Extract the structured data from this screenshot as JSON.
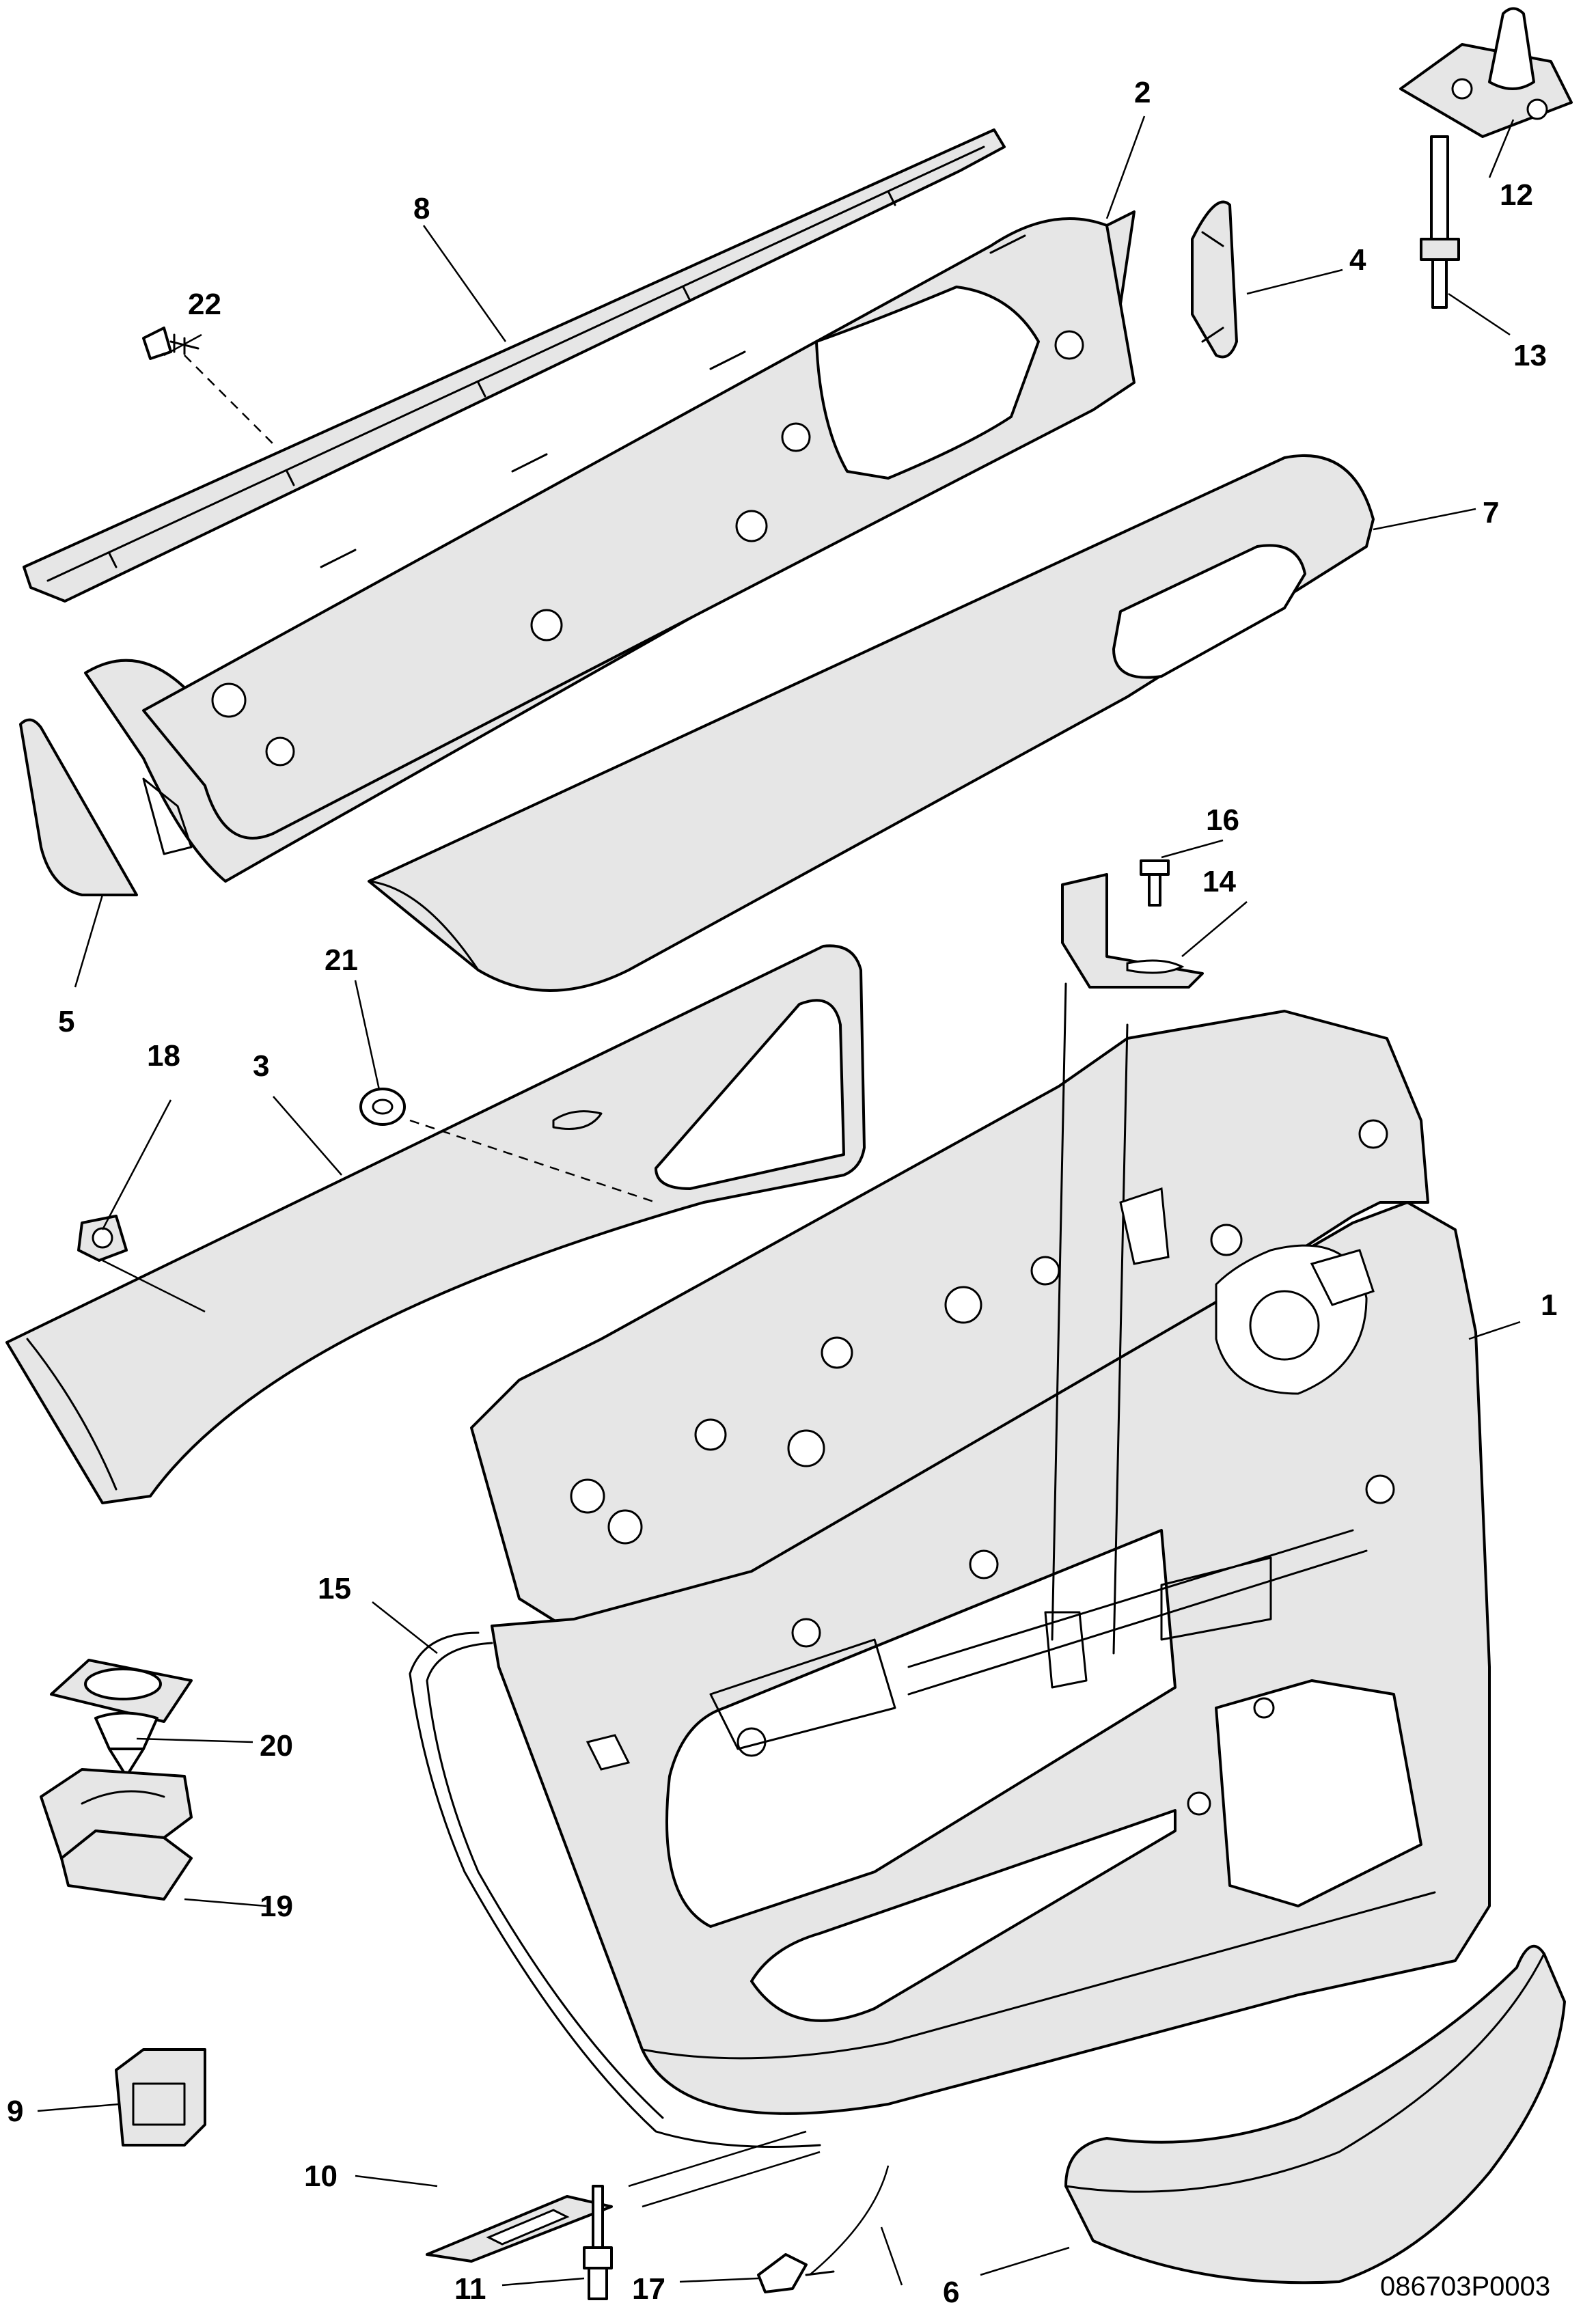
{
  "diagram": {
    "reference_code": "086703P0003",
    "callouts": {
      "c1": "1",
      "c2": "2",
      "c3": "3",
      "c4": "4",
      "c5": "5",
      "c6": "6",
      "c7": "7",
      "c8": "8",
      "c9": "9",
      "c10": "10",
      "c11": "11",
      "c12": "12",
      "c13": "13",
      "c14": "14",
      "c15": "15",
      "c16": "16",
      "c17": "17",
      "c18": "18",
      "c19": "19",
      "c20": "20",
      "c21": "21",
      "c22": "22"
    }
  }
}
